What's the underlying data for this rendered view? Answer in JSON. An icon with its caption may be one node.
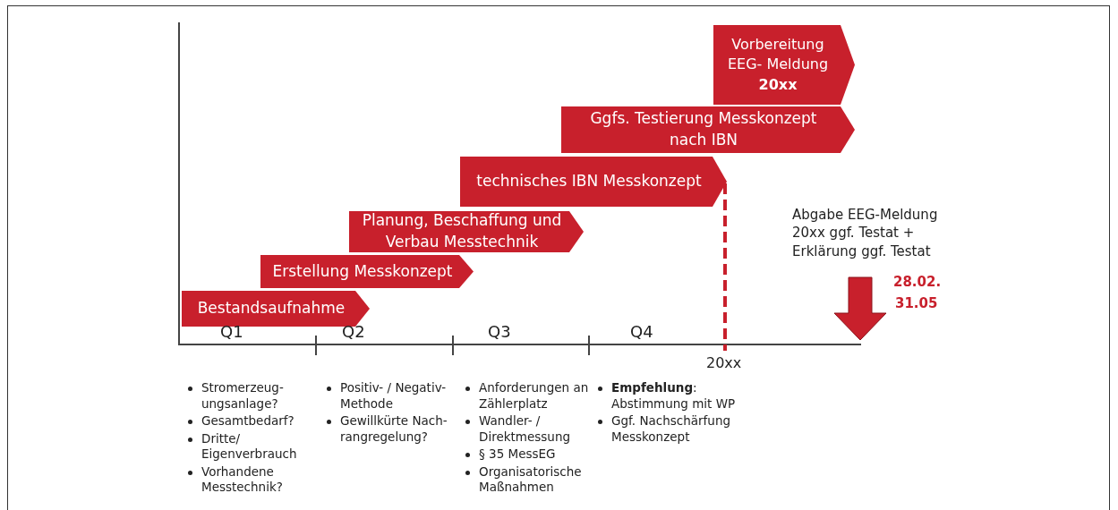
{
  "diagram": {
    "nodes": [
      {
        "text": [
          "Bestandsaufnahme"
        ]
      },
      {
        "text": [
          "Erstellung Messkonzept"
        ]
      },
      {
        "text": [
          "Planung, Beschaffung und Verbau Messtechnik"
        ]
      },
      {
        "text": [
          "technisches IBN Messkonzept"
        ]
      },
      {
        "text": [
          "Ggfs. Testierung Messkonzept nach IBN"
        ]
      },
      {
        "text": [
          "Vorbereitung EEG- Meldung **20xx**"
        ]
      }
    ],
    "edges": [],
    "labels": [
      "Q1",
      "Q2",
      "Q3",
      "Q4",
      "20xx",
      "Abgabe EEG-Meldung 20xx ggf. Testat + Erklärung ggf. Testat",
      "28.02.",
      "31.05",
      "Stromerzeug- ungsanlage?",
      "Gesamtbedarf?",
      "Dritte/ Eigenverbrauch",
      "Vorhandene Messtechnik?",
      "Positiv- / Negativ- Methode",
      "Gewillkürte Nach- rangregelung?",
      "Anforderungen an Zählerplatz",
      "Wandler- / Direktmessung",
      "§ 35 MessEG",
      "Organisatorische Maßnahmen",
      "**Empfehlung**: Abstimmung mit WP",
      "Ggf. Nachschärfung Messkonzept"
    ]
  }
}
